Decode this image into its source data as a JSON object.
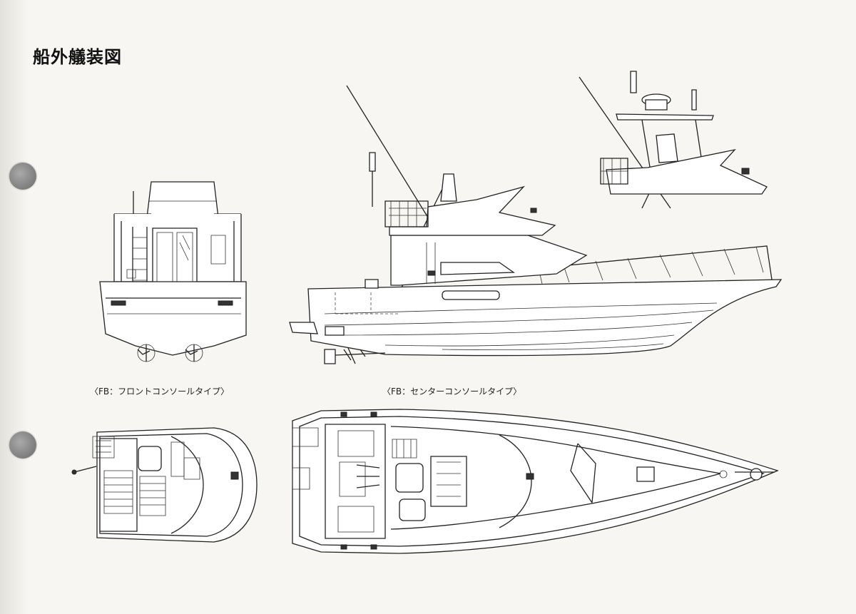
{
  "title": "船外艤装図",
  "captions": {
    "front_console": "〈FB：フロントコンソールタイプ〉",
    "center_console": "〈FB：センターコンソールタイプ〉"
  }
}
